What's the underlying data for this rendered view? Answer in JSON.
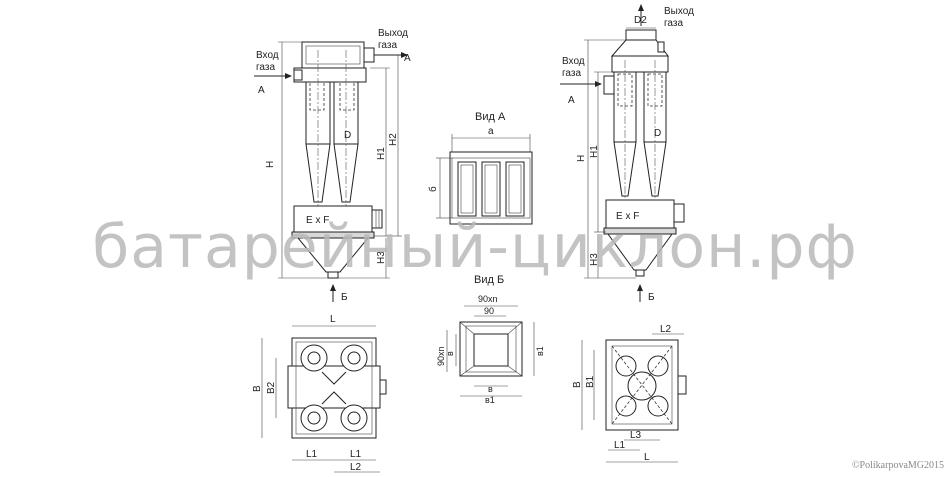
{
  "left_view": {
    "inlet_line1": "Вход",
    "inlet_line2": "газа",
    "outlet_line1": "Выход",
    "outlet_line2": "газа",
    "section_a_left": "A",
    "section_a_right": "A",
    "dim_h": "H",
    "dim_h1": "H1",
    "dim_h2": "H2",
    "dim_h3": "H3",
    "dim_d": "D",
    "flange": "E x F",
    "bottom_arrow": "Б"
  },
  "view_a": {
    "title": "Вид А",
    "dim_a": "a",
    "dim_b": "б"
  },
  "view_b": {
    "title": "Вид Б",
    "dim_90xn_top": "90хn",
    "dim_90": "90",
    "dim_90xn_side": "90хn",
    "dim_v": "в",
    "dim_v1_side": "в1",
    "dim_v_bottom": "в",
    "dim_v1_bottom": "в1"
  },
  "plan_left": {
    "dim_l": "L",
    "dim_b": "B",
    "dim_b2": "B2",
    "dim_l1_a": "L1",
    "dim_l1_b": "L1",
    "dim_l2": "L2"
  },
  "right_view": {
    "inlet_line1": "Вход",
    "inlet_line2": "газа",
    "outlet_line1": "Выход",
    "outlet_line2": "газа",
    "section_a": "A",
    "dim_d2": "D2",
    "dim_h": "H",
    "dim_h1": "H1",
    "dim_h3": "H3",
    "dim_d": "D",
    "flange": "E x F",
    "bottom_arrow": "Б"
  },
  "plan_right": {
    "dim_l2": "L2",
    "dim_b": "B",
    "dim_b1": "B1",
    "dim_l3": "L3",
    "dim_l1": "L1",
    "dim_l": "L"
  },
  "watermark": "батарейный-циклон.рф",
  "copyright": "©PolikarpovaMG2015"
}
